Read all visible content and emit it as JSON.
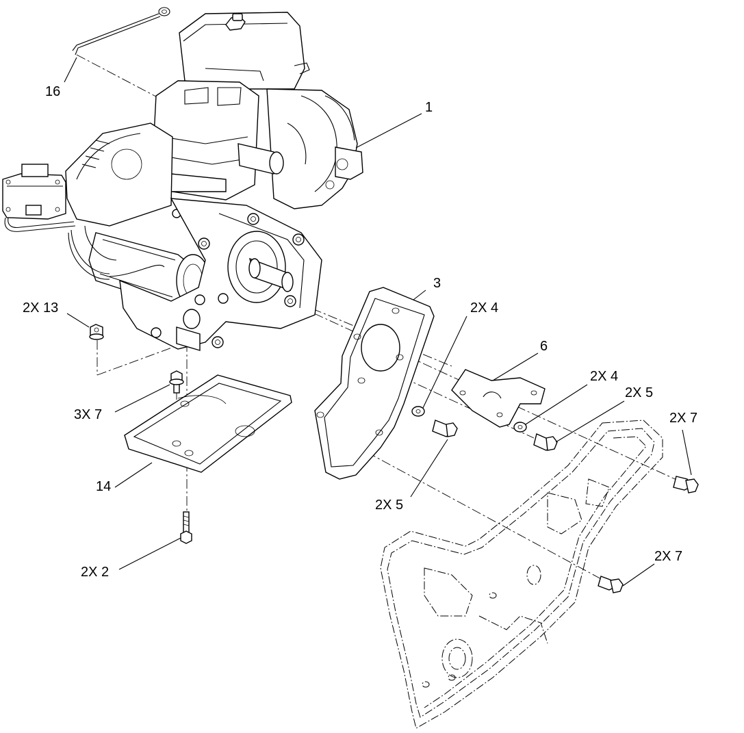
{
  "callouts": {
    "c1": "1",
    "c16": "16",
    "c3": "3",
    "c2x4a": "2X  4",
    "c6": "6",
    "c2x4b": "2X 4",
    "c2x5a": "2X 5",
    "c2x7a": "2X  7",
    "c2x13": "2X  13",
    "c3x7": "3X   7",
    "c14": "14",
    "c2x5b": "2X  5",
    "c2x2": "2X  2",
    "c2x7b": "2X  7"
  },
  "colors": {
    "line": "#000000",
    "background": "#ffffff"
  }
}
